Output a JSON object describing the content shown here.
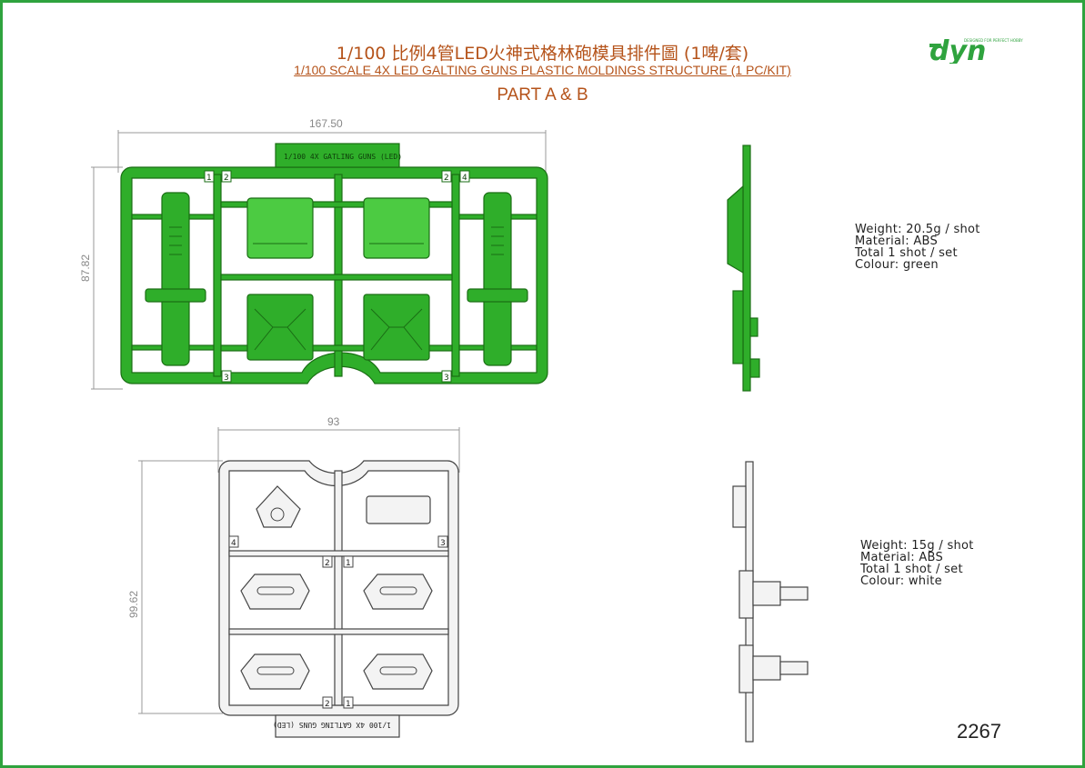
{
  "header": {
    "title_cn": "1/100 比例4管LED火神式格林砲模具排件圖 (1啤/套)",
    "title_en": "1/100 SCALE 4X LED GALTING GUNS PLASTIC MOLDINGS STRUCTURE (1 PC/KIT)",
    "part": "PART A & B"
  },
  "logo": {
    "text": "dyn",
    "tagline": "DESIGNED FOR PERFECT HOBBY"
  },
  "part_a": {
    "width_dim": "167.50",
    "height_dim": "87.82",
    "tag": "1/100 4X GATLING GUNS (LED)",
    "numbers": [
      "1",
      "2",
      "2",
      "4",
      "3",
      "3"
    ],
    "weight": "Weight: 20.5g / shot",
    "material": "Material: ABS",
    "total": "Total 1 shot / set",
    "colour": "Colour: green",
    "fill_color": "#2fae2a",
    "stroke_color": "#1a6e14"
  },
  "part_b": {
    "width_dim": "93",
    "height_dim": "99.62",
    "tag": "1/100 4X GATLING GUNS (LED)",
    "numbers": [
      "4",
      "2",
      "1",
      "3",
      "2",
      "1"
    ],
    "weight": "Weight: 15g / shot",
    "material": "Material: ABS",
    "total": "Total 1 shot / set",
    "colour": "Colour: white",
    "fill_color": "#f3f3f3",
    "stroke_color": "#444444"
  },
  "drawing_number": "2267",
  "colors": {
    "border": "#2fa33e",
    "title": "#b5531a"
  }
}
